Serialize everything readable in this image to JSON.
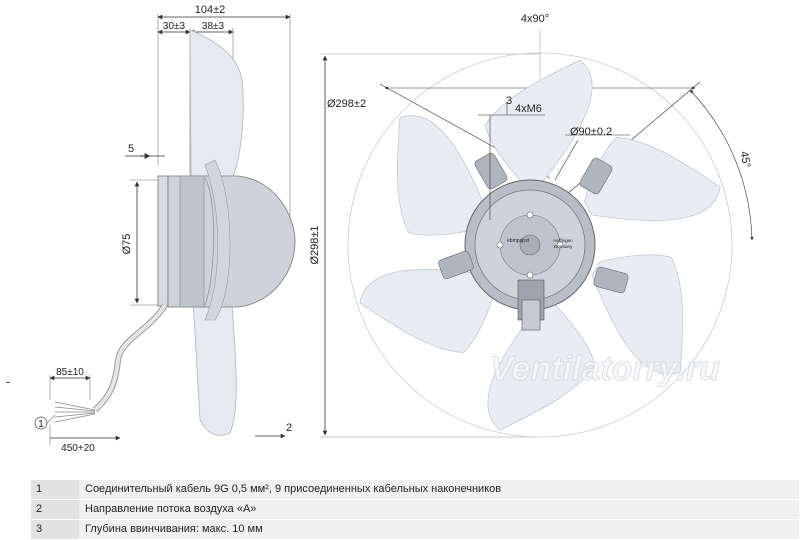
{
  "side_view": {
    "dim_total": "104±2",
    "dim_a": "30±3",
    "dim_b": "38±3",
    "dim_five": "5",
    "dim_hub_dia": "Ø75",
    "cable_85": "85±10",
    "cable_450": "450+20",
    "label_1": "1",
    "label_2": "2"
  },
  "front_view": {
    "angle_4x90": "4x90°",
    "dia_298": "Ø298±2",
    "dia_298_vert": "Ø298±1",
    "label_3": "3",
    "thread": "4xM6",
    "bolt_circle": "Ø90±0.2",
    "angle_45": "45°",
    "hub_brand": "Hoffingen",
    "hub_country": "Germany",
    "hub_logo": "ebmpapst"
  },
  "watermark": "Ventilatorry.ru",
  "notes": [
    {
      "num": "1",
      "text": "Соединительный кабель 9G 0,5 мм², 9 присоединенных кабельных наконечников"
    },
    {
      "num": "2",
      "text": "Направление потока воздуха «А»"
    },
    {
      "num": "3",
      "text": "Глубина ввинчивания: макс. 10 мм"
    }
  ]
}
